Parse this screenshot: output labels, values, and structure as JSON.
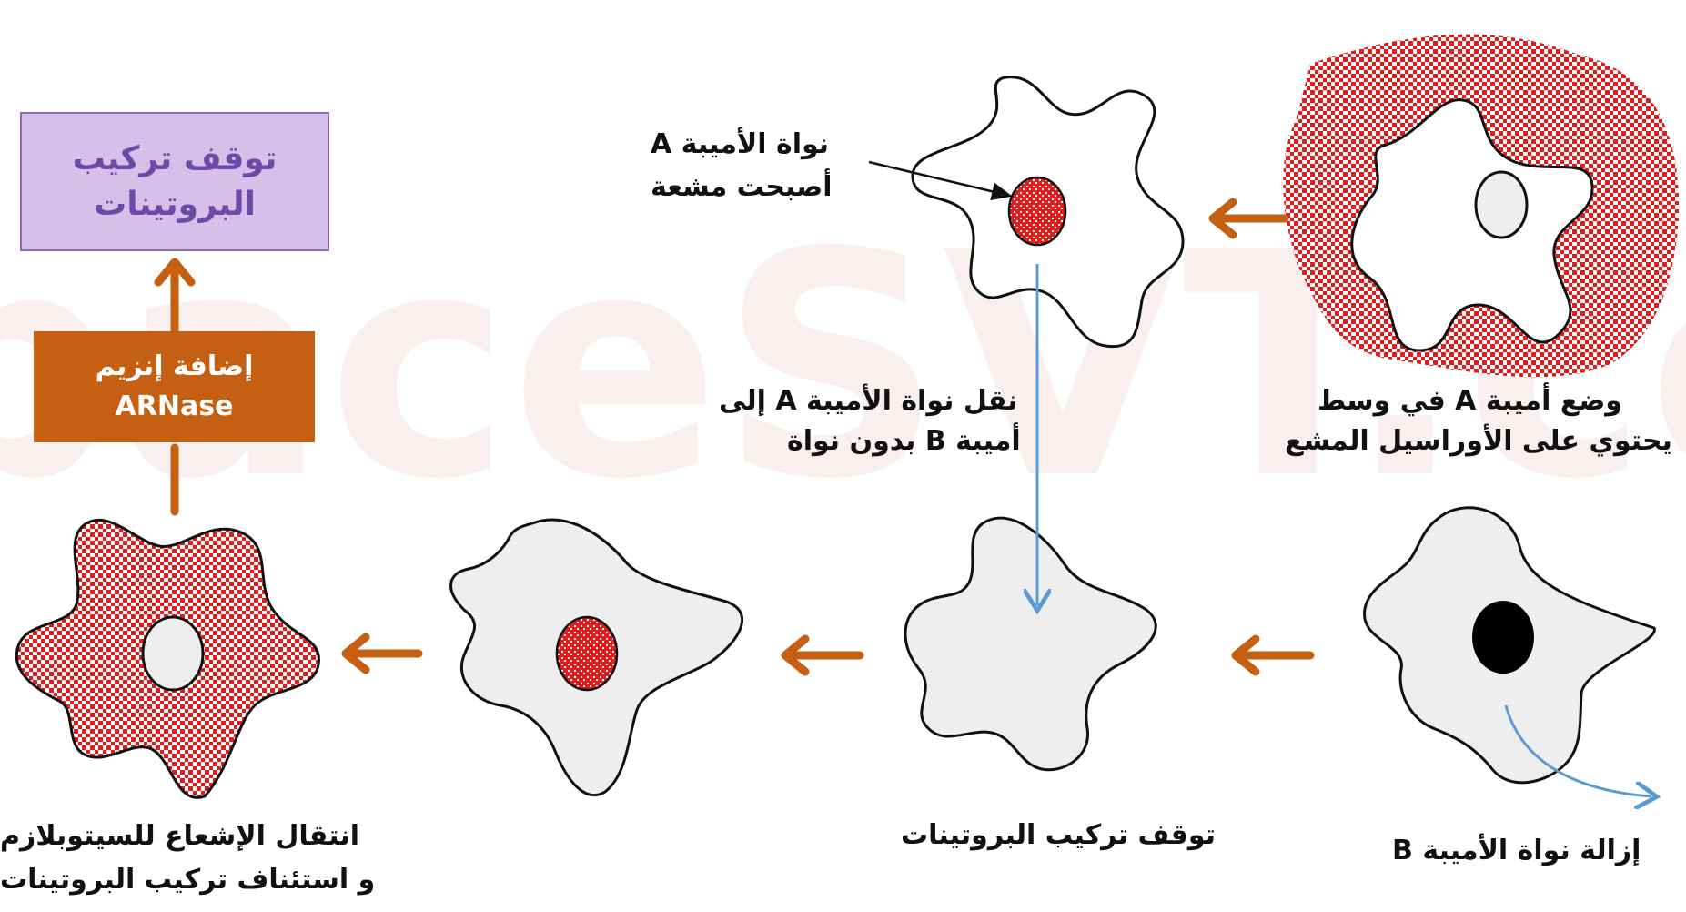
{
  "colors": {
    "radioactive_red": "#e31b1b",
    "arrow_orange": "#c55f12",
    "arrow_blue": "#5b9bd5",
    "cell_fill": "#eeeeee",
    "box_purple_bg": "#d6bfe9",
    "box_purple_text": "#6e4aa6"
  },
  "icons": {
    "amoeba": "amoeba-cell-icon",
    "nucleus": "nucleus-icon",
    "process_arrow": "orange-arrow-icon",
    "transfer_arrow": "blue-arrow-icon"
  },
  "labels": {
    "step1": {
      "line1": "وضع أميبة A في وسط",
      "line2": "يحتوي على الأوراسيل المشع"
    },
    "nucleus_a": {
      "line1": "نواة الأميبة A",
      "line2": "أصبحت مشعة"
    },
    "transfer": {
      "line1": "نقل نواة الأميبة A إلى",
      "line2": "أميبة B بدون نواة"
    },
    "remove_b": {
      "line1": "إزالة نواة الأميبة B"
    },
    "stop_synthesis": {
      "line1": "توقف تركيب البروتينات"
    },
    "cytoplasm": {
      "line1": "انتقال الإشعاع للسيتوبلازم",
      "line2": "و استئناف تركيب البروتينات"
    }
  },
  "boxes": {
    "enzyme": {
      "line1": "إضافة إنزيم",
      "line2": "ARNase"
    },
    "result": {
      "line1": "توقف تركيب",
      "line2": "البروتينات"
    }
  },
  "watermark": {
    "text": "espaceSVT.com"
  }
}
